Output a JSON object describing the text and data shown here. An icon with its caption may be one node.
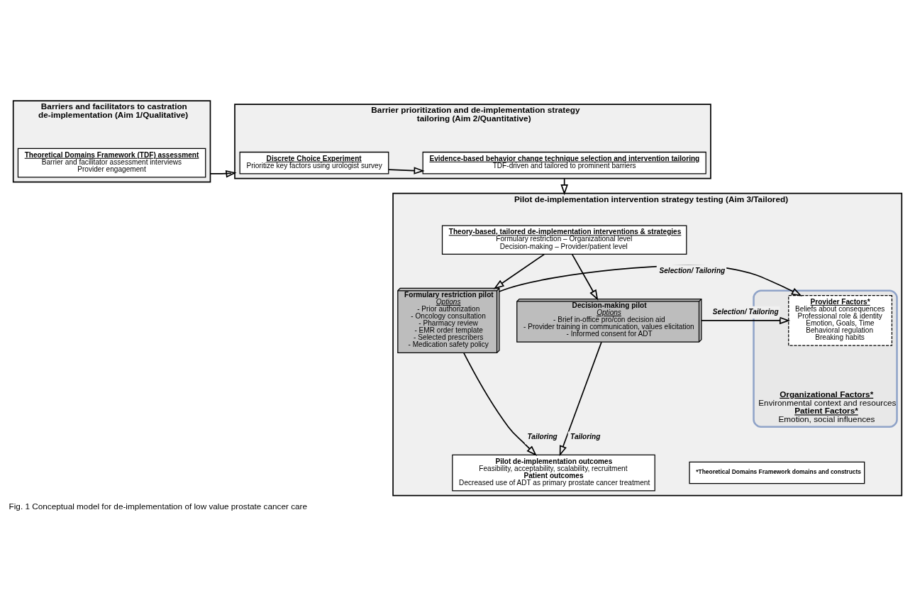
{
  "diagram": {
    "caption": "Fig. 1 Conceptual model for de-implementation of low value prostate cancer care",
    "nodes": [
      {
        "text": [
          "Barriers and facilitators to castration de-implementation (Aim 1/Qualitative)"
        ]
      },
      {
        "text": [
          "Theoretical Domains Framework (TDF) assessment",
          "Barrier and facilitator assessment interviews",
          "Provider engagement"
        ],
        "in": 0
      },
      {
        "text": [
          "Barrier prioritization and de-implementation strategy tailoring (Aim 2/Quantitative)"
        ]
      },
      {
        "text": [
          "Discrete Choice Experiment",
          "Prioritize key factors using urologist survey"
        ],
        "in": 2
      },
      {
        "text": [
          "Evidence-based behavior change technique selection and intervention tailoring",
          "TDF-driven and tailored to prominent barriers"
        ],
        "in": 2
      },
      {
        "text": [
          "Pilot de-implementation intervention strategy testing (Aim 3/Tailored)"
        ]
      },
      {
        "text": [
          "Theory-based, tailored de-implementation interventions & strategies",
          "Formulary restriction – Organizational level",
          "Decision-making – Provider/patient level"
        ],
        "in": 5
      },
      {
        "text": [
          "Formulary restriction pilot",
          "Options",
          "- Prior authorization",
          "- Oncology consultation",
          "- Pharmacy review",
          "- EMR order template",
          "- Selected prescribers",
          "- Medication safety policy"
        ],
        "in": 5
      },
      {
        "text": [
          "Organizational Factors*",
          "Environmental context and resources",
          "Patient Factors*",
          "Emotion, social influences"
        ],
        "in": 5
      },
      {
        "text": [
          "Provider Factors*",
          "Beliefs about consequences",
          "Professional role & identity",
          "Emotion, Goals, Time",
          "Behavioral regulation",
          "Breaking habits"
        ],
        "in": 8
      },
      {
        "text": [
          "Decision-making pilot",
          "Options",
          "- Brief in-office pro/con decision aid",
          "- Provider training in communication, values elicitation",
          "- Informed consent for ADT"
        ],
        "in": 5
      },
      {
        "text": [
          "Pilot de-implementation outcomes",
          "Feasibility, acceptability, scalability, recruitment",
          "Patient outcomes",
          "Decreased use of ADT as primary prostate cancer treatment"
        ],
        "in": 5
      },
      {
        "text": [
          "*Theoretical Domains Framework domains and constructs"
        ],
        "in": 5
      }
    ],
    "edges": [
      {
        "from": 0,
        "to": 2,
        "arrow": "to"
      },
      {
        "from": 3,
        "to": 4,
        "arrow": "to"
      },
      {
        "from": 2,
        "to": 5,
        "arrow": "to"
      },
      {
        "from": 6,
        "to": 7,
        "arrow": "to"
      },
      {
        "from": 6,
        "to": 10,
        "arrow": "to"
      },
      {
        "from": 7,
        "to": 9,
        "arrow": "to",
        "label": "Selection/ Tailoring"
      },
      {
        "from": 10,
        "to": 9,
        "arrow": "to",
        "label": "Selection/ Tailoring"
      },
      {
        "from": 7,
        "to": 11,
        "arrow": "to",
        "label": "Tailoring"
      },
      {
        "from": 10,
        "to": 11,
        "arrow": "to",
        "label": "Tailoring"
      }
    ]
  }
}
